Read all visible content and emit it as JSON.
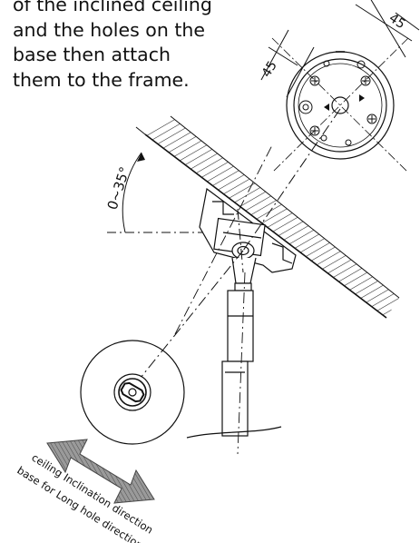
{
  "instruction_lines": [
    "of the inclined ceiling",
    "and the holes on the",
    "base then attach",
    "them to the frame."
  ],
  "dimensions": {
    "left": "45",
    "right": "45"
  },
  "angle_label": "0~35°",
  "direction_labels": {
    "line1": "ceiling Inclination direction",
    "line2": "base for Long hole direction"
  },
  "colors": {
    "ink": "#111111",
    "arrow_fill": "#7a7a7a",
    "hatch": "#222222"
  }
}
